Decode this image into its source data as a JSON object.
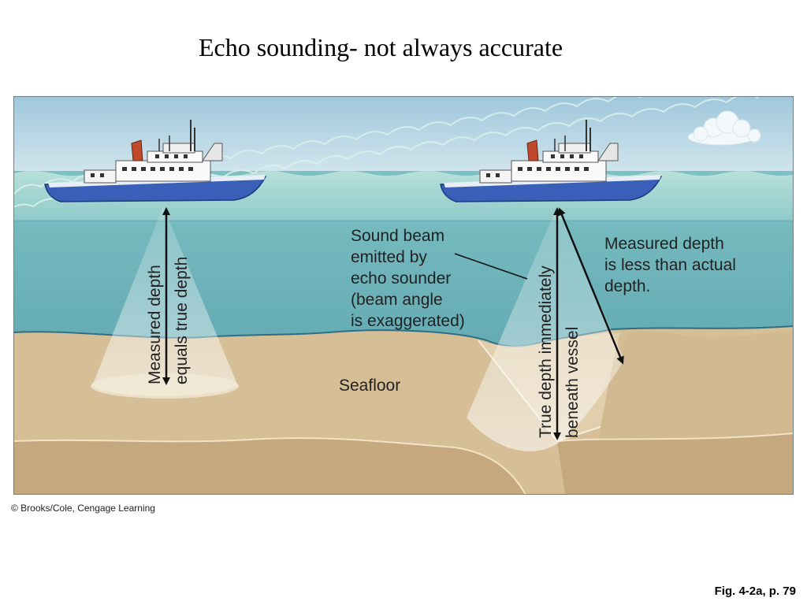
{
  "slide": {
    "title": "Echo sounding- not always accurate",
    "credit": "© Brooks/Cole, Cengage Learning",
    "figure_ref": "Fig. 4-2a, p. 79"
  },
  "diagram": {
    "left_arrow_label_1": "Measured depth",
    "left_arrow_label_2": "equals true depth",
    "beam_label": [
      "Sound beam",
      "emitted by",
      "echo sounder",
      "(beam angle",
      "is exaggerated)"
    ],
    "seafloor_label": "Seafloor",
    "right_arrow_label_1": "True depth immediately",
    "right_arrow_label_2": "beneath vessel",
    "measured_label": [
      "Measured depth",
      "is less than actual",
      "depth."
    ]
  },
  "colors": {
    "sky": "#b9d7e6",
    "water": "#6fb1b6",
    "sediment": "#d8c19a",
    "hull": "#3a5fb8",
    "funnel": "#c0492b"
  }
}
